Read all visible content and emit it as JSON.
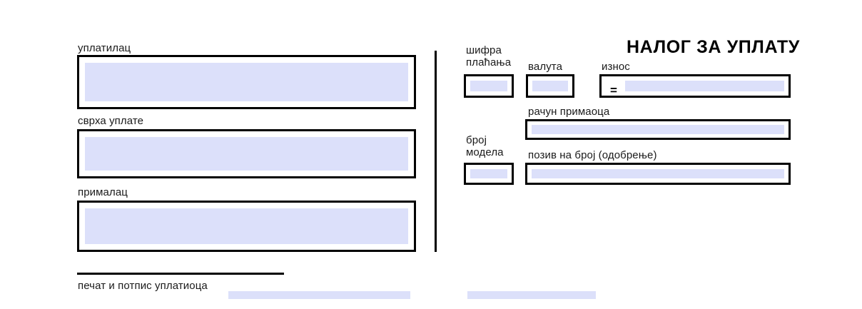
{
  "form": {
    "title": "НАЛОГ ЗА УПЛАТУ",
    "amount_equals_symbol": "=",
    "colors": {
      "field_fill": "#dce0fa",
      "border": "#000000",
      "text": "#1a1a1a",
      "background": "#ffffff"
    }
  },
  "left_column": {
    "fields": [
      {
        "label": "уплатилац",
        "value": ""
      },
      {
        "label": "сврха уплате",
        "value": ""
      },
      {
        "label": "примaлац",
        "value": ""
      }
    ],
    "signature": {
      "label": "печат и потпис уплатиоца"
    }
  },
  "right_column": {
    "payment_code": {
      "label": "шифра\nплаћања",
      "value": ""
    },
    "currency": {
      "label": "валута",
      "value": ""
    },
    "amount": {
      "label": "износ",
      "value": ""
    },
    "recipient_account": {
      "label": "рачун примаоца",
      "value": ""
    },
    "model_number": {
      "label": "број\nмодела",
      "value": ""
    },
    "reference_number": {
      "label": "позив на број (одобрење)",
      "value": ""
    }
  },
  "bottom_strip": {
    "field_left": {
      "value": ""
    },
    "field_right": {
      "value": ""
    }
  }
}
